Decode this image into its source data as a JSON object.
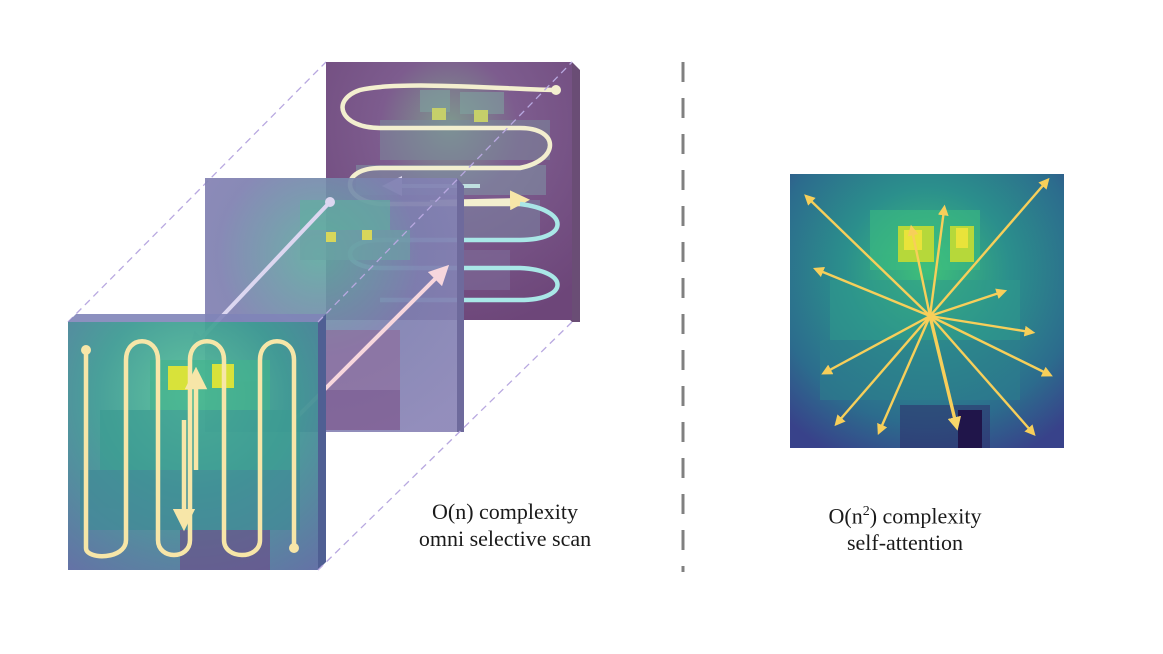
{
  "left_panel": {
    "caption_line1": "O(n) complexity",
    "caption_line2": "omni selective scan"
  },
  "right_panel": {
    "caption_prefix": "O(n",
    "caption_superscript": "2",
    "caption_suffix": ") complexity",
    "caption_line2": "self-attention"
  },
  "colors": {
    "viridis_dark": "#3b3f8a",
    "viridis_teal": "#2c8a8a",
    "viridis_green": "#3fbf77",
    "viridis_yellow": "#e8e23a",
    "layer_purple": "#7a4f86",
    "layer_lavender": "#8e83b8",
    "scan_path_cream": "#f7e6a8",
    "scan_path_cyan": "#a9e7e7",
    "arrow_yellow": "#f7cf5a",
    "dashed_lavender": "#b8a8e0",
    "divider_gray": "#808080"
  }
}
